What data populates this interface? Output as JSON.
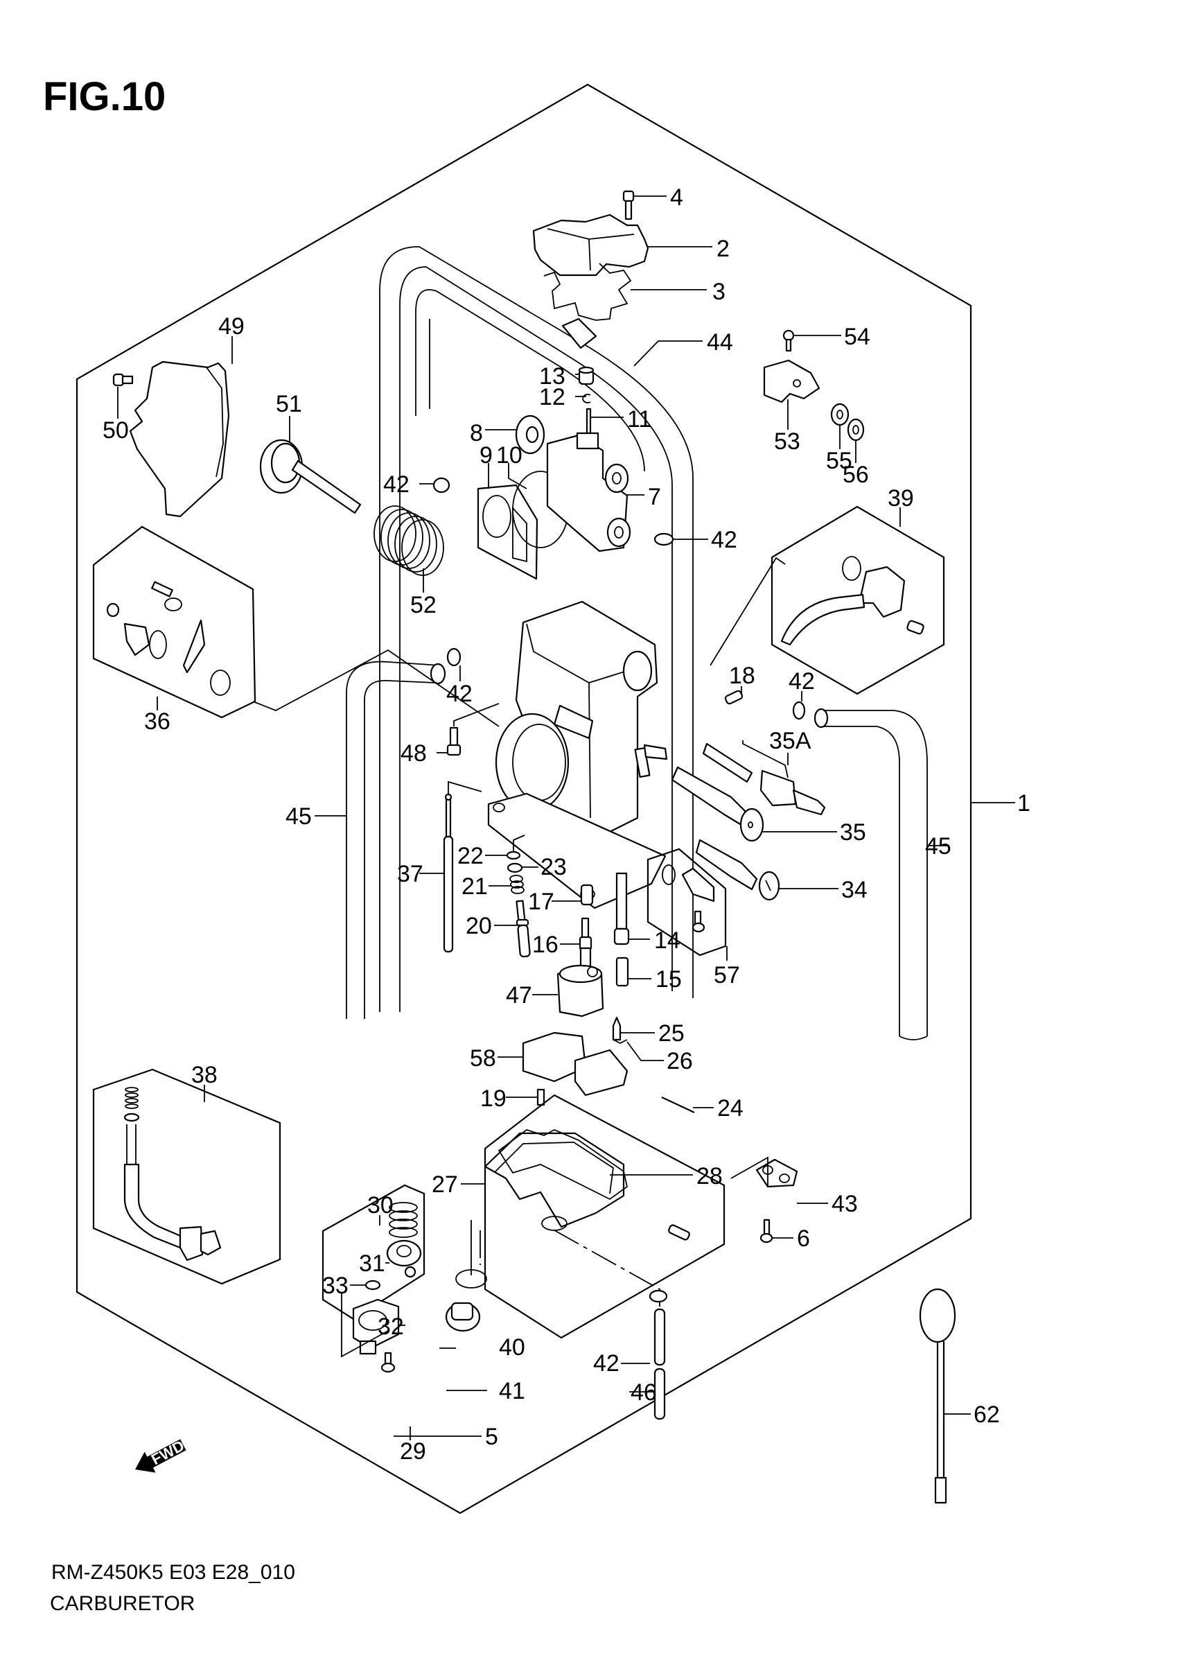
{
  "header": {
    "figure_title": "FIG.10"
  },
  "footer": {
    "model_code": "RM-Z450K5 E03 E28_010",
    "section_name": "CARBURETOR"
  },
  "direction_marker": {
    "label": "FWD",
    "icon": "forward-arrow-icon"
  },
  "callouts": [
    {
      "ref": "1",
      "part": "carburetor-assembly"
    },
    {
      "ref": "2",
      "part": "top-cover"
    },
    {
      "ref": "3",
      "part": "top-cover-gasket"
    },
    {
      "ref": "4",
      "part": "top-cover-screw"
    },
    {
      "ref": "5",
      "part": "screw"
    },
    {
      "ref": "6",
      "part": "screw"
    },
    {
      "ref": "7",
      "part": "throttle-valve-body"
    },
    {
      "ref": "8",
      "part": "roller"
    },
    {
      "ref": "9",
      "part": "throttle-plate"
    },
    {
      "ref": "10",
      "part": "o-ring"
    },
    {
      "ref": "11",
      "part": "jet-needle"
    },
    {
      "ref": "12",
      "part": "e-clip"
    },
    {
      "ref": "13",
      "part": "needle-holder"
    },
    {
      "ref": "14",
      "part": "needle-jet"
    },
    {
      "ref": "15",
      "part": "main-jet"
    },
    {
      "ref": "16",
      "part": "pilot-jet"
    },
    {
      "ref": "17",
      "part": "starter-jet"
    },
    {
      "ref": "18",
      "part": "plug"
    },
    {
      "ref": "19",
      "part": "plug"
    },
    {
      "ref": "20",
      "part": "pilot-screw"
    },
    {
      "ref": "21",
      "part": "spring"
    },
    {
      "ref": "22",
      "part": "washer"
    },
    {
      "ref": "23",
      "part": "o-ring"
    },
    {
      "ref": "24",
      "part": "float-pin"
    },
    {
      "ref": "25",
      "part": "needle-valve"
    },
    {
      "ref": "26",
      "part": "clip"
    },
    {
      "ref": "27",
      "part": "float-chamber"
    },
    {
      "ref": "28",
      "part": "float-chamber-gasket"
    },
    {
      "ref": "29",
      "part": "accelerator-pump-cover"
    },
    {
      "ref": "30",
      "part": "diaphragm-set"
    },
    {
      "ref": "31",
      "part": "spring"
    },
    {
      "ref": "32",
      "part": "boot"
    },
    {
      "ref": "33",
      "part": "o-ring"
    },
    {
      "ref": "34",
      "part": "starter-plunger"
    },
    {
      "ref": "35",
      "part": "idle-adjust-screw"
    },
    {
      "ref": "35A",
      "part": "idle-adjust-screw-set"
    },
    {
      "ref": "36",
      "part": "lever-set"
    },
    {
      "ref": "37",
      "part": "rod"
    },
    {
      "ref": "38",
      "part": "throttle-position-sensor"
    },
    {
      "ref": "39",
      "part": "hot-start-valve-set"
    },
    {
      "ref": "40",
      "part": "o-ring"
    },
    {
      "ref": "41",
      "part": "drain-plug"
    },
    {
      "ref": "42",
      "part": "clamp"
    },
    {
      "ref": "42",
      "part": "clamp"
    },
    {
      "ref": "42",
      "part": "clamp"
    },
    {
      "ref": "42",
      "part": "clamp"
    },
    {
      "ref": "42",
      "part": "clamp"
    },
    {
      "ref": "43",
      "part": "bracket"
    },
    {
      "ref": "44",
      "part": "breather-hose"
    },
    {
      "ref": "45",
      "part": "breather-hose"
    },
    {
      "ref": "45",
      "part": "breather-hose"
    },
    {
      "ref": "46",
      "part": "drain-hose"
    },
    {
      "ref": "47",
      "part": "float"
    },
    {
      "ref": "48",
      "part": "screw"
    },
    {
      "ref": "49",
      "part": "throttle-cable-cover"
    },
    {
      "ref": "50",
      "part": "bolt"
    },
    {
      "ref": "51",
      "part": "throttle-shaft-pulley"
    },
    {
      "ref": "52",
      "part": "return-spring"
    },
    {
      "ref": "53",
      "part": "cable-guide"
    },
    {
      "ref": "54",
      "part": "screw"
    },
    {
      "ref": "55",
      "part": "washer"
    },
    {
      "ref": "56",
      "part": "washer"
    },
    {
      "ref": "57",
      "part": "leak-jet-set"
    },
    {
      "ref": "58",
      "part": "float-cover"
    },
    {
      "ref": "62",
      "part": "adjust-tool"
    }
  ]
}
